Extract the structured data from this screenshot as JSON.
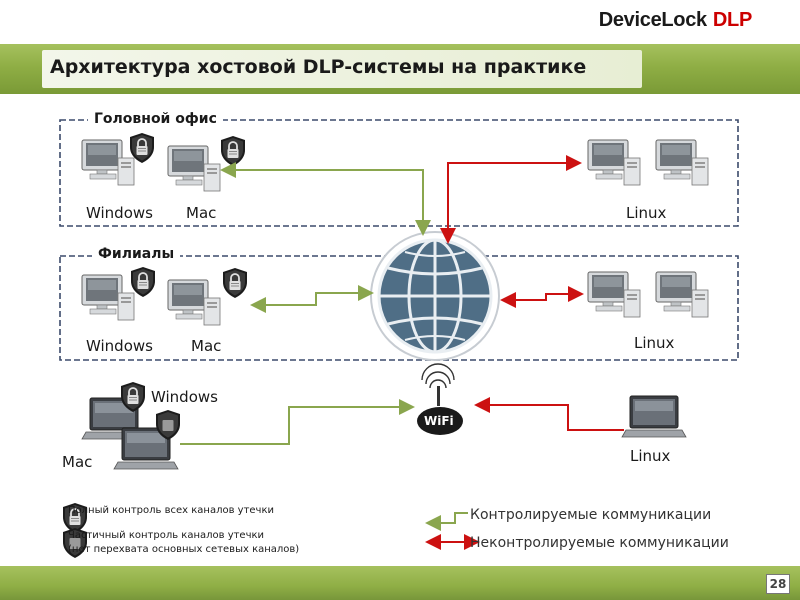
{
  "header": {
    "logo_text": "DeviceLock",
    "logo_dlp": "DLP",
    "title": "Архитектура хостовой DLP-системы на практике"
  },
  "groups": {
    "head_office": {
      "label": "Головной офис",
      "labels": [
        "Windows",
        "Mac",
        "Linux"
      ]
    },
    "branches": {
      "label": "Филиалы",
      "labels": [
        "Windows",
        "Mac",
        "Linux"
      ]
    },
    "mobile": {
      "labels": [
        "Windows",
        "Mac",
        "Linux"
      ]
    }
  },
  "hub": {
    "wifi_label": "WiFi"
  },
  "legend": {
    "full_control": "Полный контроль всех каналов утечки",
    "partial_control": "Частичный контроль каналов утечки",
    "partial_note": "(нет перехвата основных сетевых каналов)",
    "controlled": "Контролируемые коммуникации",
    "uncontrolled": "Неконтролируемые коммуникации"
  },
  "footer": {
    "page_number": "28"
  },
  "colors": {
    "green_band": "#8fae45",
    "controlled_line": "#8aa64e",
    "uncontrolled_line": "#cc1111",
    "frame": "#3b4a6b"
  }
}
